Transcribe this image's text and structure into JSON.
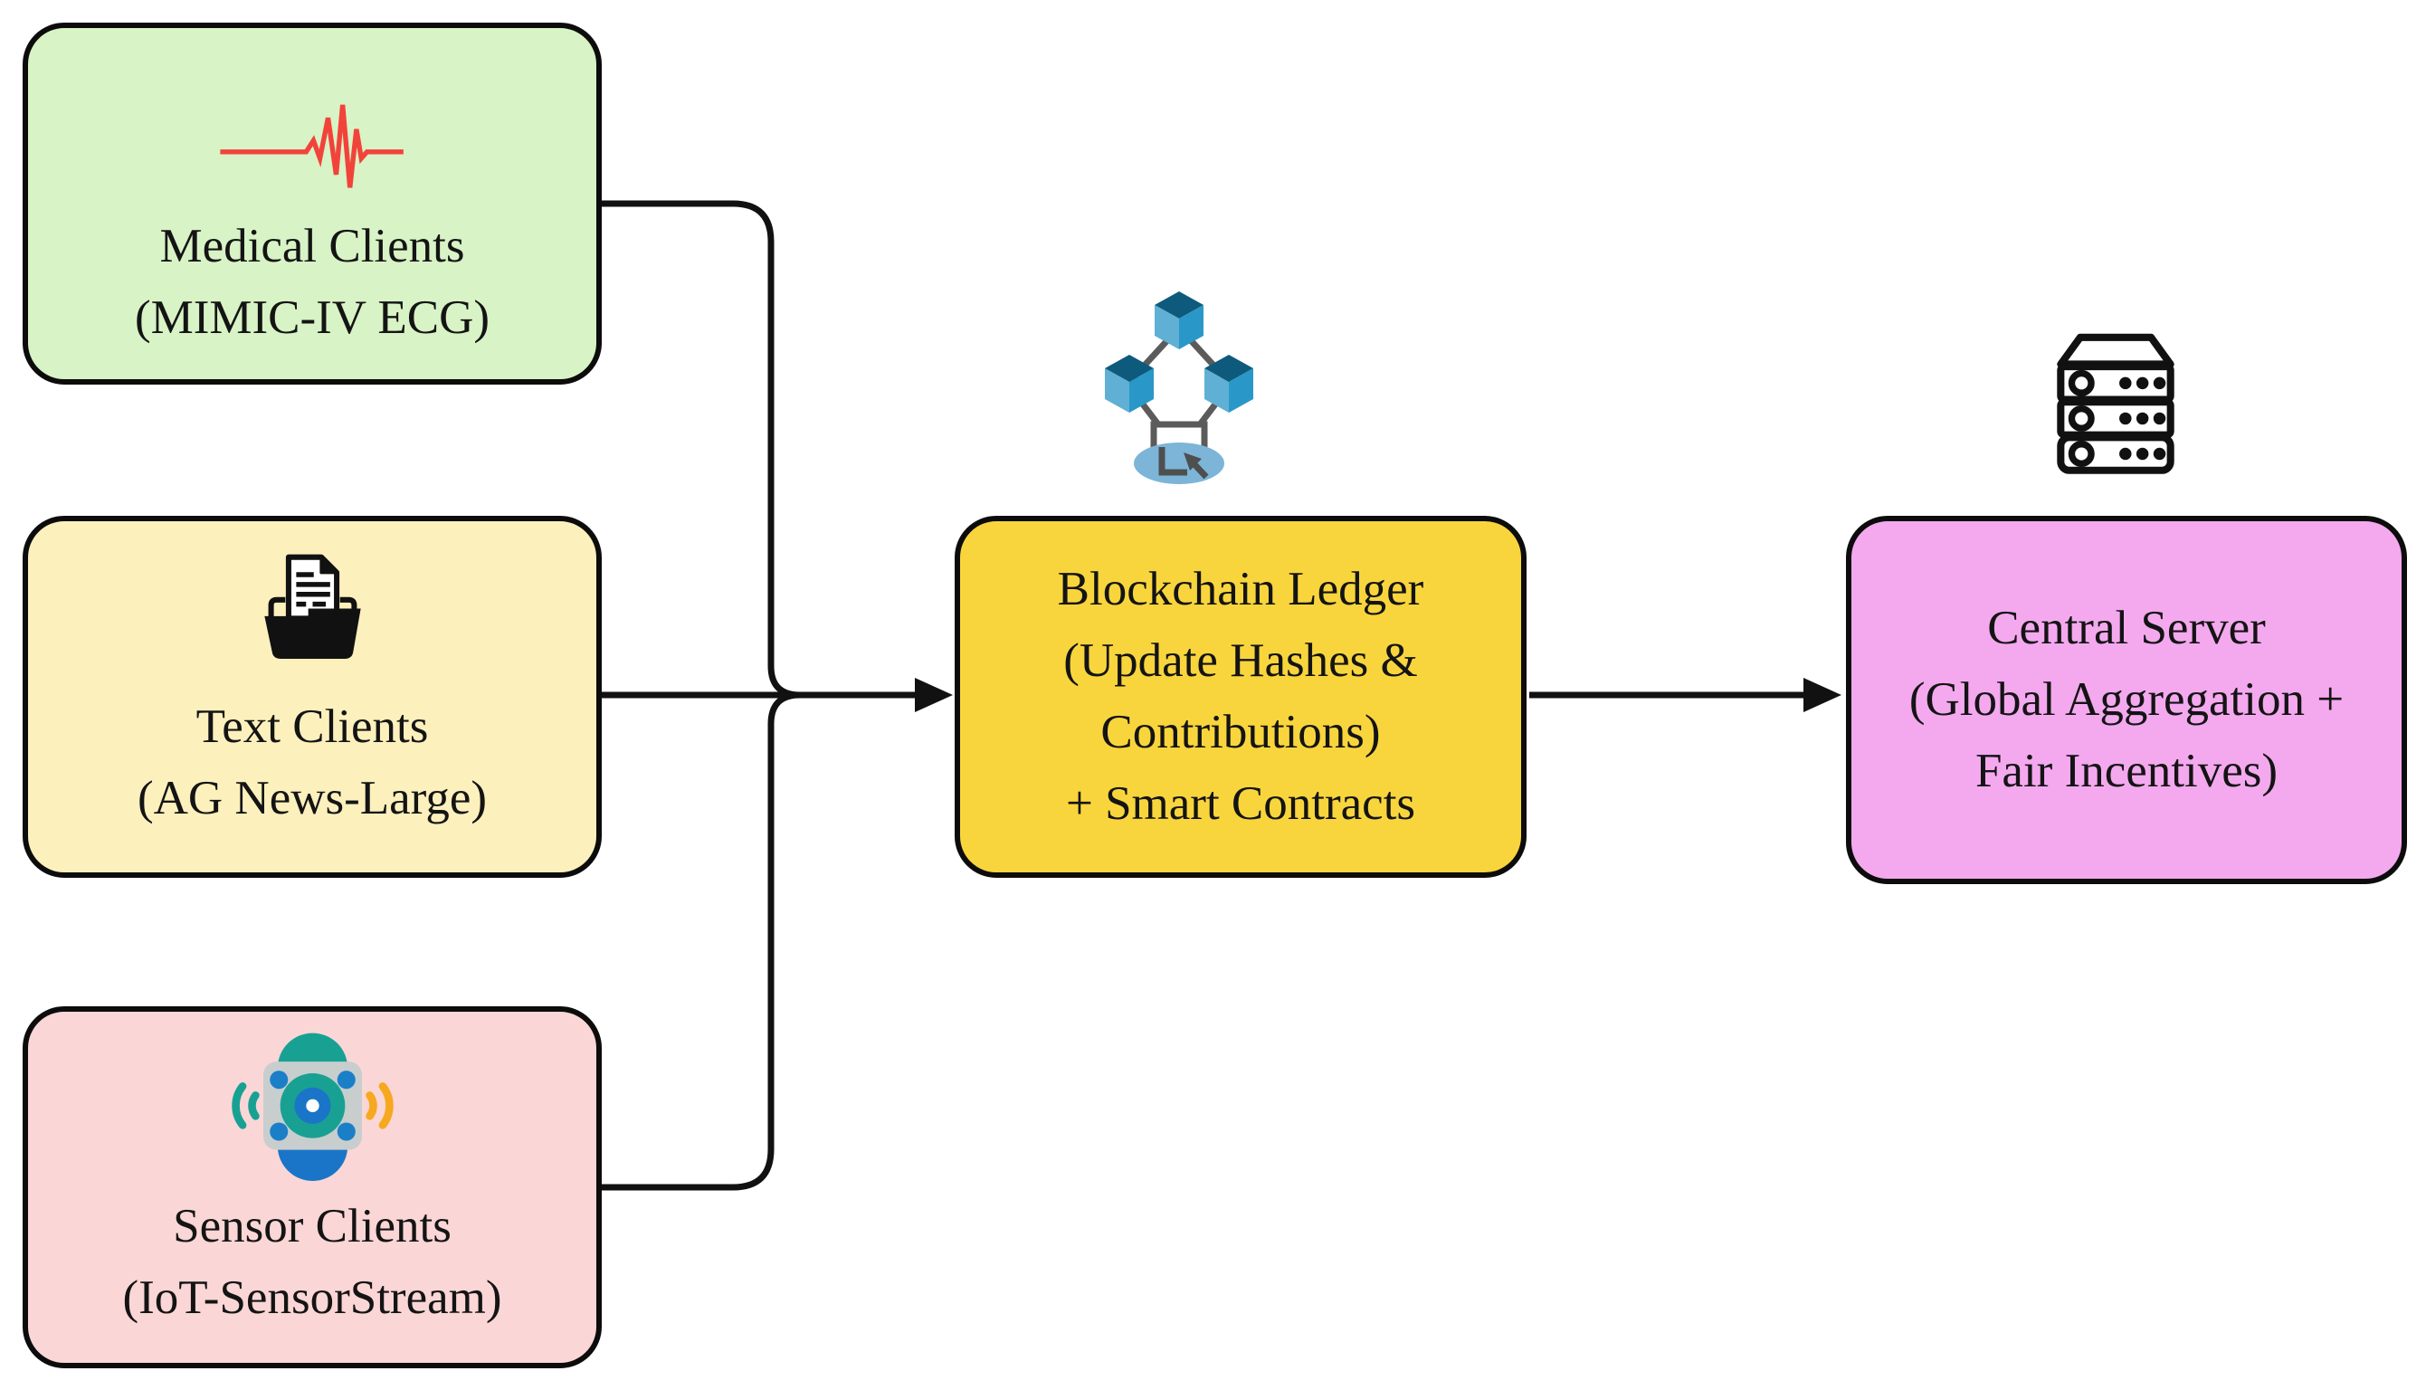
{
  "figure": {
    "type": "architecture-diagram",
    "nodes": {
      "medical": {
        "lines": [
          "Medical Clients",
          "(MIMIC-IV ECG)"
        ],
        "bg": "#d8f3c5",
        "icon": "ecg-waveform"
      },
      "text": {
        "lines": [
          "Text Clients",
          "(AG News-Large)"
        ],
        "bg": "#fcf0bd",
        "icon": "document-folder"
      },
      "sensor": {
        "lines": [
          "Sensor Clients",
          "(IoT-SensorStream)"
        ],
        "bg": "#fbd6d6",
        "icon": "iot-sensor"
      },
      "blockchain": {
        "lines": [
          "Blockchain Ledger",
          "(Update Hashes &",
          "Contributions)",
          "+ Smart Contracts"
        ],
        "bg": "#f9d53d",
        "icon": "blockchain-network"
      },
      "central": {
        "lines": [
          "Central Server",
          "(Global Aggregation +",
          "Fair Incentives)"
        ],
        "bg": "#f4a9ef",
        "icon": "server-rack"
      }
    },
    "edges": [
      {
        "from": "medical",
        "to": "junction"
      },
      {
        "from": "text",
        "to": "junction"
      },
      {
        "from": "sensor",
        "to": "junction"
      },
      {
        "from": "junction",
        "to": "blockchain",
        "arrow": true
      },
      {
        "from": "blockchain",
        "to": "central",
        "arrow": true
      }
    ],
    "colors": {
      "connector": "#111111",
      "node_border": "#0c0c0c",
      "ecg_red": "#f2433b",
      "sensor_teal": "#18a193",
      "sensor_blue": "#1a75c8",
      "sensor_gray": "#c8cecd",
      "sensor_orange": "#f6a81f",
      "cube_top": "#0d5a7d",
      "cube_left": "#5fb0d4",
      "cube_right": "#2998c8",
      "link_gray": "#5b5b5b",
      "ellipse_blue": "#7cb5d7",
      "icon_black": "#111111"
    }
  }
}
